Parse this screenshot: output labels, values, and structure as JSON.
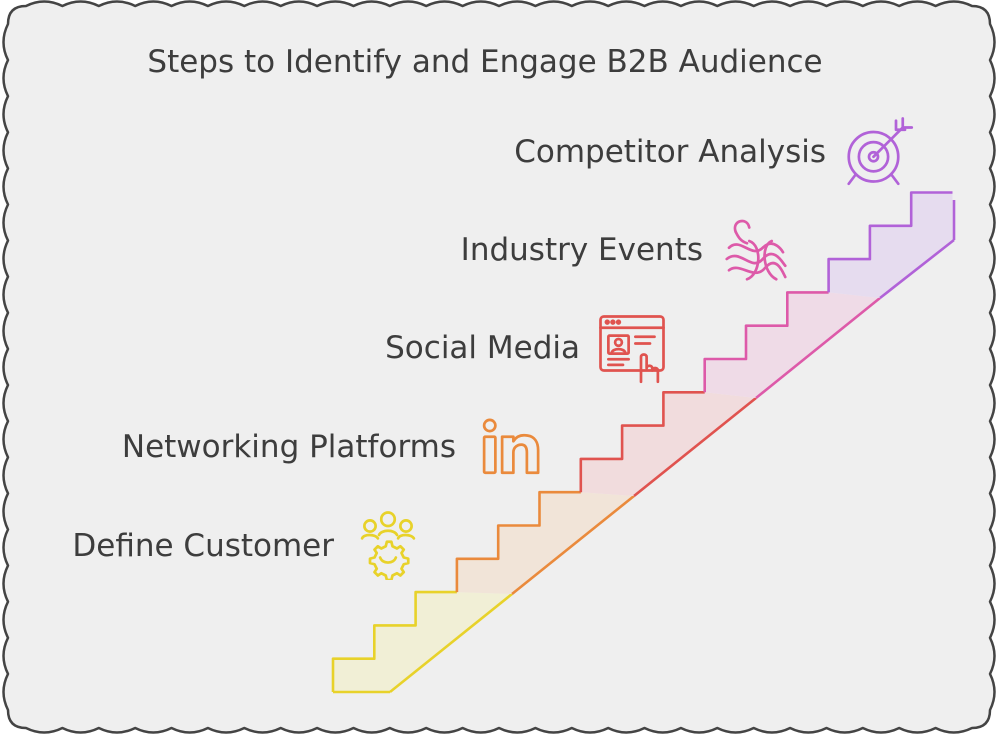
{
  "title": "Steps to Identify and Engage B2B Audience",
  "background_color": "#efefef",
  "outline_color": "#444444",
  "steps": [
    {
      "label": "Define Customer",
      "icon": "team-gear-icon",
      "color": "#e8d22a",
      "fill": "#f1efd6"
    },
    {
      "label": "Networking Platforms",
      "icon": "linkedin-icon",
      "color": "#ea8a3c",
      "fill": "#f1e4d8"
    },
    {
      "label": "Social Media",
      "icon": "social-profile-icon",
      "color": "#e0534f",
      "fill": "#f1dcdd"
    },
    {
      "label": "Industry Events",
      "icon": "event-ribbon-icon",
      "color": "#dd5aa9",
      "fill": "#efdbe7"
    },
    {
      "label": "Competitor Analysis",
      "icon": "target-icon",
      "color": "#b162d8",
      "fill": "#e6dcef"
    }
  ]
}
